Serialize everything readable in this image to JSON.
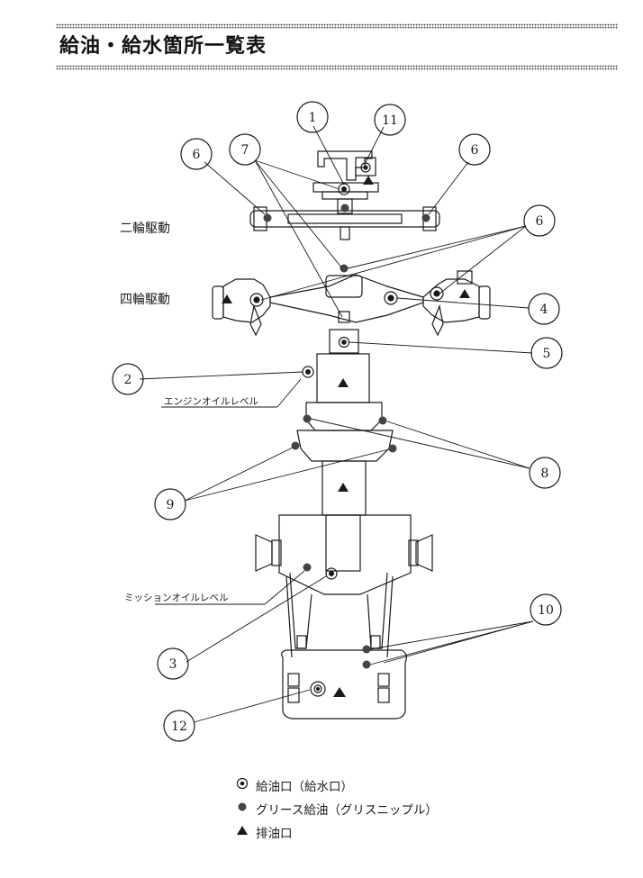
{
  "title": "給油・給水箇所一覧表",
  "labels": {
    "two_wheel": "二輪駆動",
    "four_wheel": "四輪駆動",
    "engine_oil_level": "エンジンオイルレベル",
    "mission_oil_level": "ミッションオイルレベル"
  },
  "callouts": [
    "1",
    "2",
    "3",
    "4",
    "5",
    "6",
    "6",
    "6",
    "7",
    "8",
    "9",
    "10",
    "11",
    "12"
  ],
  "legend": [
    {
      "symbol": "double-circle",
      "text": "給油口（給水口）"
    },
    {
      "symbol": "filled-circle",
      "text": "グリース給油（グリスニップル）"
    },
    {
      "symbol": "triangle",
      "text": "排油口"
    }
  ],
  "colors": {
    "ink": "#1a1a1a",
    "grease": "#444444"
  }
}
